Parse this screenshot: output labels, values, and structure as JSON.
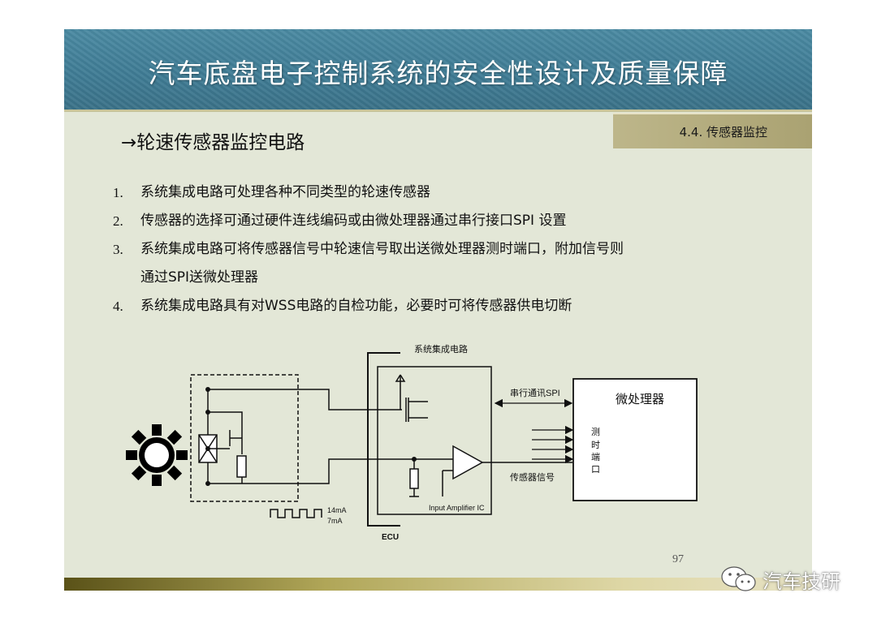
{
  "title": "汽车底盘电子控制系统的安全性设计及质量保障",
  "section_tag": "4.4. 传感器监控",
  "subheading": "→轮速传感器监控电路",
  "list": [
    {
      "num": "1.",
      "lines": [
        "系统集成电路可处理各种不同类型的轮速传感器"
      ]
    },
    {
      "num": "2.",
      "lines": [
        "传感器的选择可通过硬件连线编码或由微处理器通过串行接口SPI 设置"
      ]
    },
    {
      "num": "3.",
      "lines": [
        "系统集成电路可将传感器信号中轮速信号取出送微处理器测时端口，附加信号则",
        "通过SPI送微处理器"
      ]
    },
    {
      "num": "4.",
      "lines": [
        "系统集成电路具有对WSS电路的自检功能，必要时可将传感器供电切断"
      ]
    }
  ],
  "diagram": {
    "ic_label": "系统集成电路",
    "spi_label": "串行通讯SPI",
    "mcu_label": "微处理器",
    "port_chars": [
      "测",
      "时",
      "端",
      "口"
    ],
    "sensor_signal_label": "传感器信号",
    "amp_label": "Input Amplifier IC",
    "ecu_label": "ECU",
    "current_high": "14mA",
    "current_low": "7mA"
  },
  "page_number": "97",
  "watermark": {
    "icon": "wechat-icon",
    "text": "汽车技研"
  },
  "colors": {
    "title_bar": "#3f7c95",
    "slide_bg": "#e3e7d7",
    "section_tag": "#b2aa7c",
    "bottom_bar": "#b0a658"
  }
}
